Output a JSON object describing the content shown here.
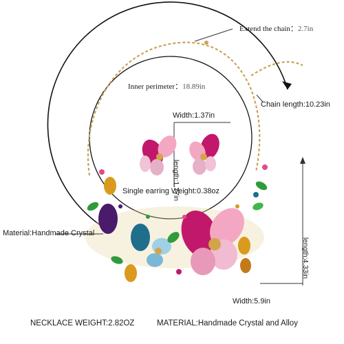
{
  "annotations": {
    "extend_chain_label": "Extend the chain：",
    "extend_chain_value": "2.7in",
    "inner_perimeter_label": "Inner perimeter：",
    "inner_perimeter_value": "18.89in",
    "chain_length": "Chain length:10.23in",
    "earring_width": "Width:1.37in",
    "earring_length": "length:1.77in",
    "earring_weight": "Single earring Weight:0.38oz",
    "material_left": "Material:Handmade Crystal",
    "necklace_length": "length:4.33in",
    "necklace_width": "Width:5.9in",
    "necklace_weight": "NECKLACE WEIGHT:2.82OZ",
    "material_bottom": "MATERIAL:Handmade Crystal and Alloy"
  },
  "colors": {
    "gold": "#c9a35a",
    "fuchsia": "#c2186b",
    "pink": "#f4a7c3",
    "purple": "#4a1a6b",
    "teal": "#1f6e8c",
    "green": "#2e9b3c",
    "amber": "#d99a1e"
  }
}
